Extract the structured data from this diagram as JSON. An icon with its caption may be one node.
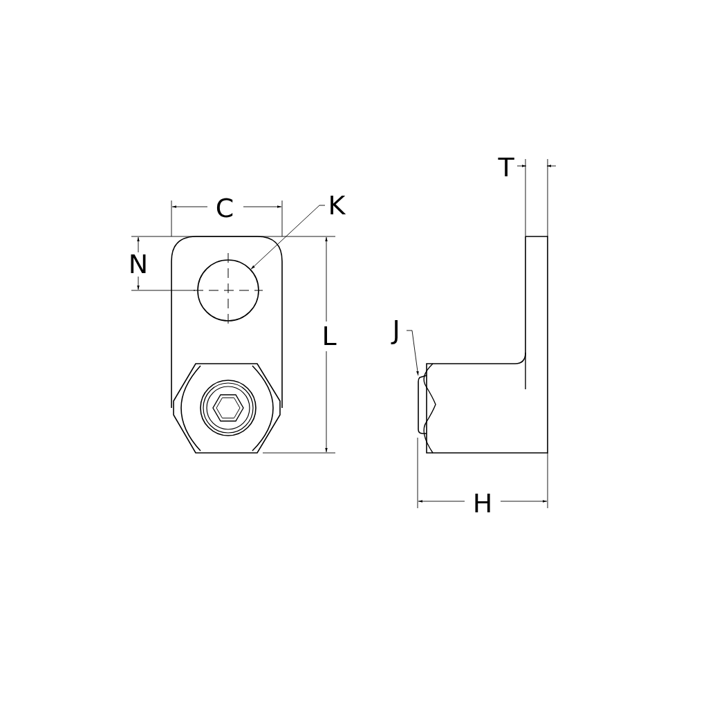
{
  "diagram": {
    "nodes": [
      {
        "text": [
          "K"
        ]
      },
      {
        "text": [],
        "shape": "circle"
      },
      {
        "text": [
          "J"
        ]
      },
      {
        "text": [],
        "shape": "box"
      }
    ],
    "edges": [
      {
        "from": 0,
        "to": 1,
        "arrow": "to"
      },
      {
        "from": 2,
        "to": 3,
        "arrow": "to"
      }
    ],
    "labels": [
      "C",
      "N",
      "L",
      "T",
      "H"
    ]
  }
}
